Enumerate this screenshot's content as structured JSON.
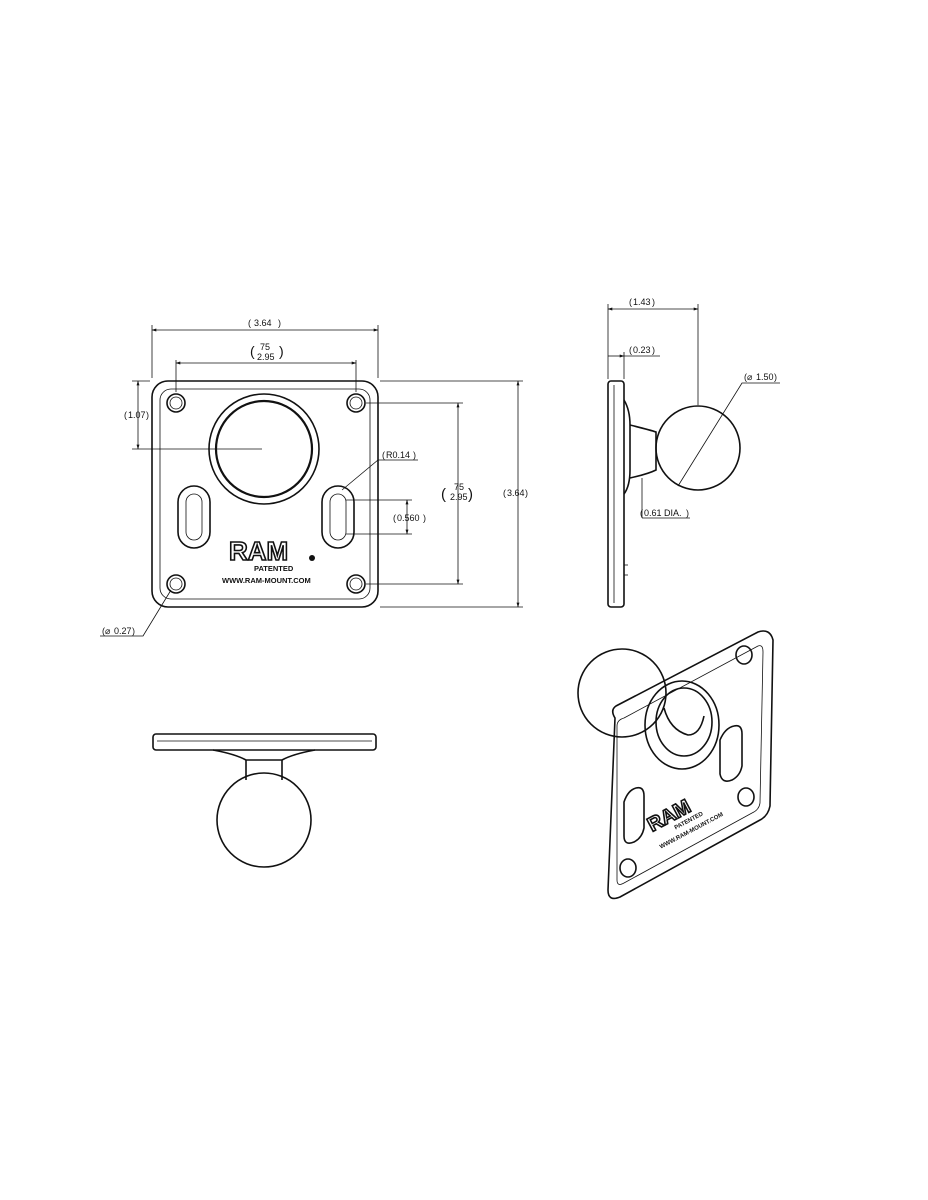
{
  "dimensions": {
    "plate_width": "3.64",
    "hole_spacing_mm": "75",
    "hole_spacing_in": "2.95",
    "center_offset": "1.07",
    "slot_radius": "R0.14",
    "slot_width": "0.560",
    "plate_height": "3.64",
    "hole_spacing_mm_v": "75",
    "hole_spacing_in_v": "2.95",
    "hole_diameter": "0.27",
    "side_depth": "1.43",
    "plate_thickness": "0.23",
    "ball_diameter": "1.50",
    "neck_diameter": "0.61 DIA."
  },
  "branding": {
    "logo": "RAM",
    "patented": "PATENTED",
    "url": "WWW.RAM-MOUNT.COM"
  },
  "colors": {
    "line": "#111111",
    "background": "#ffffff"
  }
}
